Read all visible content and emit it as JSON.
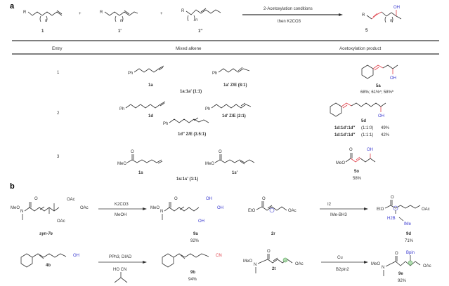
{
  "panel_a": {
    "label": "a",
    "scheme": {
      "reactants": [
        "1",
        "1′",
        "1″"
      ],
      "plus": "+",
      "conditions_top": "2-Acetoxylation conditions",
      "conditions_bottom": "then K2CO3",
      "product": "5",
      "r_group": "R",
      "n_subscript": "n",
      "oh": "OH"
    },
    "table": {
      "headers": [
        "Entry",
        "Mixed alkene",
        "Acetoxylation product"
      ],
      "rows": [
        {
          "entry": "1",
          "alkenes": [
            "1a",
            "1a′ Z/E (8:1)"
          ],
          "mixture": "1a:1a′ (1:1)",
          "product": "5a",
          "yields": [
            "68%; 61%",
            "a",
            "; 58%",
            "b"
          ]
        },
        {
          "entry": "2",
          "alkenes": [
            "1d",
            "1d′ Z/E (2:1)",
            "1d″ Z/E (3.5:1)"
          ],
          "product": "5d",
          "results": [
            {
              "ratio_label": "1d:1d′:1d″",
              "ratio": "(1:1:0)",
              "yield": "49%"
            },
            {
              "ratio_label": "1d:1d′:1d″",
              "ratio": "(1:1:1)",
              "yield": "42%"
            }
          ]
        },
        {
          "entry": "3",
          "alkenes": [
            "1s",
            "1s′"
          ],
          "mixture": "1s:1s′ (1:1)",
          "product": "5o",
          "yield": "58%"
        }
      ]
    }
  },
  "panel_b": {
    "label": "b",
    "reactions": [
      {
        "substrate": "syn-7e",
        "reagent_top": "K2CO3",
        "reagent_bottom": "MeOH",
        "product": "9a",
        "yield": "92%"
      },
      {
        "substrate": "2r",
        "reagent_top": "I2",
        "reagent_bottom": "IMe-BH3",
        "product": "9d",
        "yield": "71%"
      },
      {
        "substrate": "4b",
        "reagent_top": "PPh3, DIAD",
        "reagent_bottom": "HO  CN",
        "product": "9b",
        "yield": "94%"
      },
      {
        "substrate": "2t",
        "reagent_top": "Cu",
        "reagent_bottom": "B2pin2",
        "product": "9e",
        "yield": "92%"
      }
    ],
    "atoms": {
      "meo": "MeO",
      "eto": "EtO",
      "n": "N",
      "o": "O",
      "oac": "OAc",
      "oh": "OH",
      "ph": "Ph",
      "cn": "CN",
      "bpin": "Bpin",
      "h2b": "H2B",
      "ime": "IMe"
    }
  },
  "colors": {
    "red_highlight": "#e0404a",
    "blue_highlight": "#3a3ad0",
    "green_marker": "#5aaa5a",
    "purple_marker": "#7a7ae0"
  }
}
